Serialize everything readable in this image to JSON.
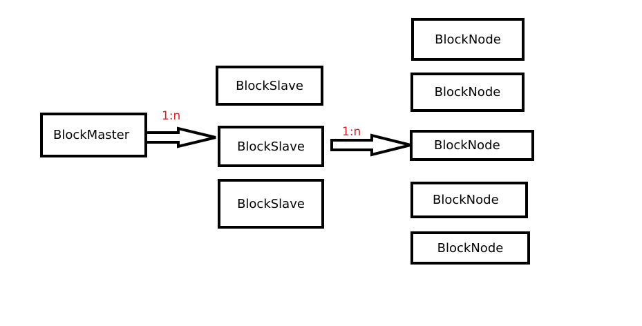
{
  "colors": {
    "box_border": "#000000",
    "box_text": "#000000",
    "relation_label": "#e02020",
    "background": "#ffffff"
  },
  "master": {
    "label": "BlockMaster"
  },
  "slaves": [
    {
      "label": "BlockSlave"
    },
    {
      "label": "BlockSlave"
    },
    {
      "label": "BlockSlave"
    }
  ],
  "nodes": [
    {
      "label": "BlockNode"
    },
    {
      "label": "BlockNode"
    },
    {
      "label": "BlockNode"
    },
    {
      "label": "BlockNode"
    },
    {
      "label": "BlockNode"
    }
  ],
  "relations": {
    "master_to_slave": "1:n",
    "slave_to_node": "1:n"
  }
}
